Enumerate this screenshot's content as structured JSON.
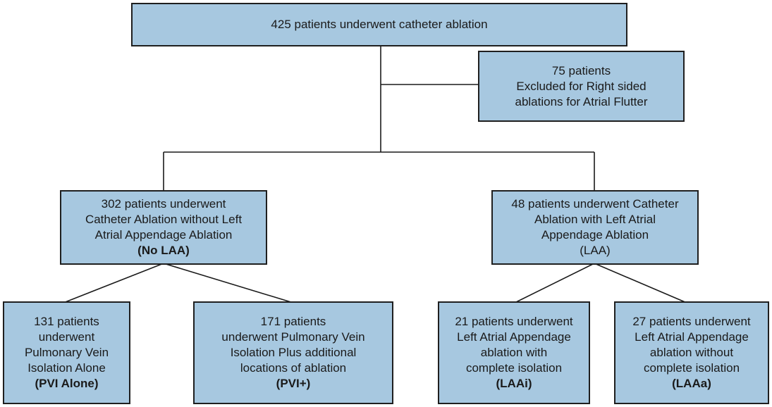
{
  "boxes": {
    "top": {
      "lines": [
        "425 patients underwent catheter ablation"
      ]
    },
    "excluded": {
      "lines": [
        "75 patients",
        "Excluded for Right sided",
        "ablations for Atrial Flutter"
      ]
    },
    "no_laa": {
      "lines": [
        "302 patients underwent",
        "Catheter Ablation without Left",
        "Atrial Appendage Ablation"
      ],
      "tag": "(No LAA)"
    },
    "laa": {
      "lines": [
        "48 patients underwent Catheter",
        "Ablation with Left Atrial",
        "Appendage Ablation"
      ],
      "tag": "(LAA)"
    },
    "pvi_alone": {
      "lines": [
        "131 patients",
        "underwent",
        "Pulmonary Vein",
        "Isolation Alone"
      ],
      "tag": "(PVI Alone)"
    },
    "pvi_plus": {
      "lines": [
        "171 patients",
        "underwent Pulmonary Vein",
        "Isolation Plus additional",
        "locations of ablation"
      ],
      "tag": "(PVI+)"
    },
    "laai": {
      "lines": [
        "21 patients underwent",
        "Left Atrial Appendage",
        "ablation with",
        "complete isolation"
      ],
      "tag": "(LAAi)"
    },
    "laaa": {
      "lines": [
        "27 patients underwent",
        "Left Atrial Appendage",
        "ablation without",
        "complete isolation"
      ],
      "tag": "(LAAa)"
    }
  },
  "colors": {
    "box_fill": "#a7c8e0",
    "border": "#1f1f1f",
    "line": "#1a1a1a"
  }
}
